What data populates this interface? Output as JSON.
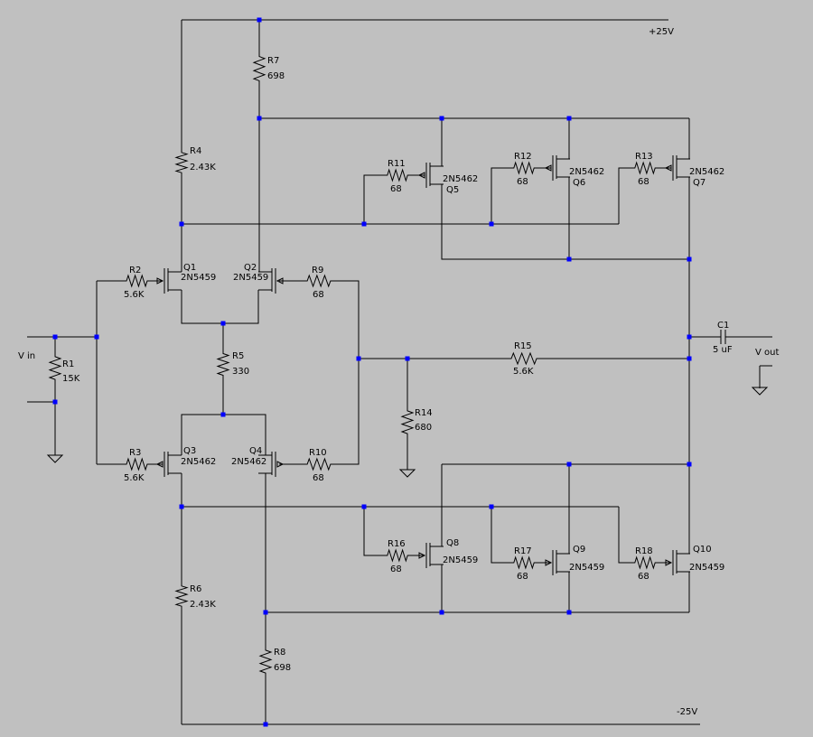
{
  "rails": {
    "pos": "+25V",
    "neg": "-25V"
  },
  "input": {
    "label": "V in"
  },
  "output": {
    "label": "V out"
  },
  "components": {
    "R1": {
      "ref": "R1",
      "value": "15K"
    },
    "R2": {
      "ref": "R2",
      "value": "5.6K"
    },
    "R3": {
      "ref": "R3",
      "value": "5.6K"
    },
    "R4": {
      "ref": "R4",
      "value": "2.43K"
    },
    "R5": {
      "ref": "R5",
      "value": "330"
    },
    "R6": {
      "ref": "R6",
      "value": "2.43K"
    },
    "R7": {
      "ref": "R7",
      "value": "698"
    },
    "R8": {
      "ref": "R8",
      "value": "698"
    },
    "R9": {
      "ref": "R9",
      "value": "68"
    },
    "R10": {
      "ref": "R10",
      "value": "68"
    },
    "R11": {
      "ref": "R11",
      "value": "68"
    },
    "R12": {
      "ref": "R12",
      "value": "68"
    },
    "R13": {
      "ref": "R13",
      "value": "68"
    },
    "R14": {
      "ref": "R14",
      "value": "680"
    },
    "R15": {
      "ref": "R15",
      "value": "5.6K"
    },
    "R16": {
      "ref": "R16",
      "value": "68"
    },
    "R17": {
      "ref": "R17",
      "value": "68"
    },
    "R18": {
      "ref": "R18",
      "value": "68"
    },
    "C1": {
      "ref": "C1",
      "value": "5 uF"
    },
    "Q1": {
      "ref": "Q1",
      "value": "2N5459"
    },
    "Q2": {
      "ref": "Q2",
      "value": "2N5459"
    },
    "Q3": {
      "ref": "Q3",
      "value": "2N5462"
    },
    "Q4": {
      "ref": "Q4",
      "value": "2N5462"
    },
    "Q5": {
      "ref": "Q5",
      "value": "2N5462"
    },
    "Q6": {
      "ref": "Q6",
      "value": "2N5462"
    },
    "Q7": {
      "ref": "Q7",
      "value": "2N5462"
    },
    "Q8": {
      "ref": "Q8",
      "value": "2N5459"
    },
    "Q9": {
      "ref": "Q9",
      "value": "2N5459"
    },
    "Q10": {
      "ref": "Q10",
      "value": "2N5459"
    }
  }
}
